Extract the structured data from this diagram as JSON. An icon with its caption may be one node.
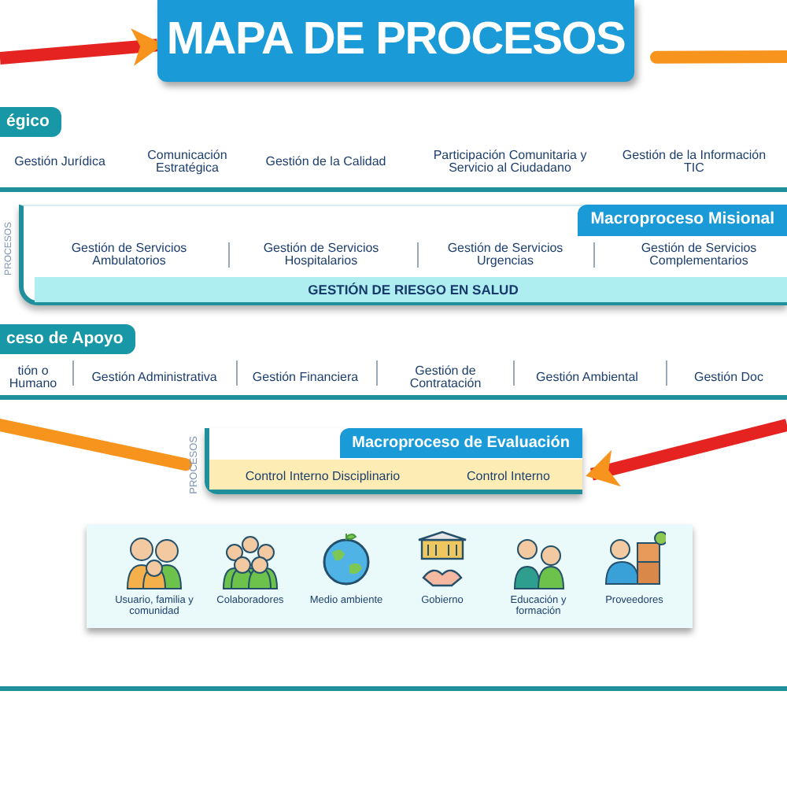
{
  "diagram": {
    "nodes": [
      {
        "text": [
          "MAPA DE PROCESOS"
        ]
      },
      {
        "text": [
          "égico"
        ]
      },
      {
        "text": [
          "Gestión Jurídica"
        ],
        "in": 1
      },
      {
        "text": [
          "Comunicación Estratégica"
        ],
        "in": 1
      },
      {
        "text": [
          "Gestión de la Calidad"
        ],
        "in": 1
      },
      {
        "text": [
          "Participación Comunitaria y Servicio al Ciudadano"
        ],
        "in": 1
      },
      {
        "text": [
          "Gestión de la Información TIC"
        ],
        "in": 1
      },
      {
        "text": [
          "Macroproceso Misional",
          "PROCESOS"
        ]
      },
      {
        "text": [
          "Gestión de Servicios Ambulatorios"
        ],
        "in": 7
      },
      {
        "text": [
          "Gestión de Servicios Hospitalarios"
        ],
        "in": 7
      },
      {
        "text": [
          "Gestión de Servicios Urgencias"
        ],
        "in": 7
      },
      {
        "text": [
          "Gestión de Servicios Complementarios"
        ],
        "in": 7
      },
      {
        "text": [
          "GESTIÓN DE RIESGO EN SALUD"
        ],
        "in": 7
      },
      {
        "text": [
          "ceso de Apoyo"
        ]
      },
      {
        "text": [
          "tión o Humano"
        ],
        "in": 13
      },
      {
        "text": [
          "Gestión Administrativa"
        ],
        "in": 13
      },
      {
        "text": [
          "Gestión Financiera"
        ],
        "in": 13
      },
      {
        "text": [
          "Gestión de Contratación"
        ],
        "in": 13
      },
      {
        "text": [
          "Gestión Ambiental"
        ],
        "in": 13
      },
      {
        "text": [
          "Gestión Doc"
        ],
        "in": 13
      },
      {
        "text": [
          "Macroproceso de Evaluación",
          "PROCESOS"
        ]
      },
      {
        "text": [
          "Control Interno Disciplinario"
        ],
        "in": 20
      },
      {
        "text": [
          "Control Interno"
        ],
        "in": 20
      }
    ],
    "edges": [
      {
        "from": null,
        "to": 0,
        "arrow": "to",
        "color": "#e52421"
      },
      {
        "from": 0,
        "to": null,
        "arrow": "none",
        "color": "#f7941d"
      },
      {
        "from": null,
        "to": 20,
        "arrow": "none",
        "color": "#f7941d"
      },
      {
        "from": null,
        "to": 20,
        "arrow": "to",
        "color": "#e52421"
      }
    ],
    "labels": [
      "Usuario, familia y comunidad",
      "Colaboradores",
      "Medio ambiente",
      "Gobierno",
      "Educación y formación",
      "Proveedores"
    ]
  }
}
